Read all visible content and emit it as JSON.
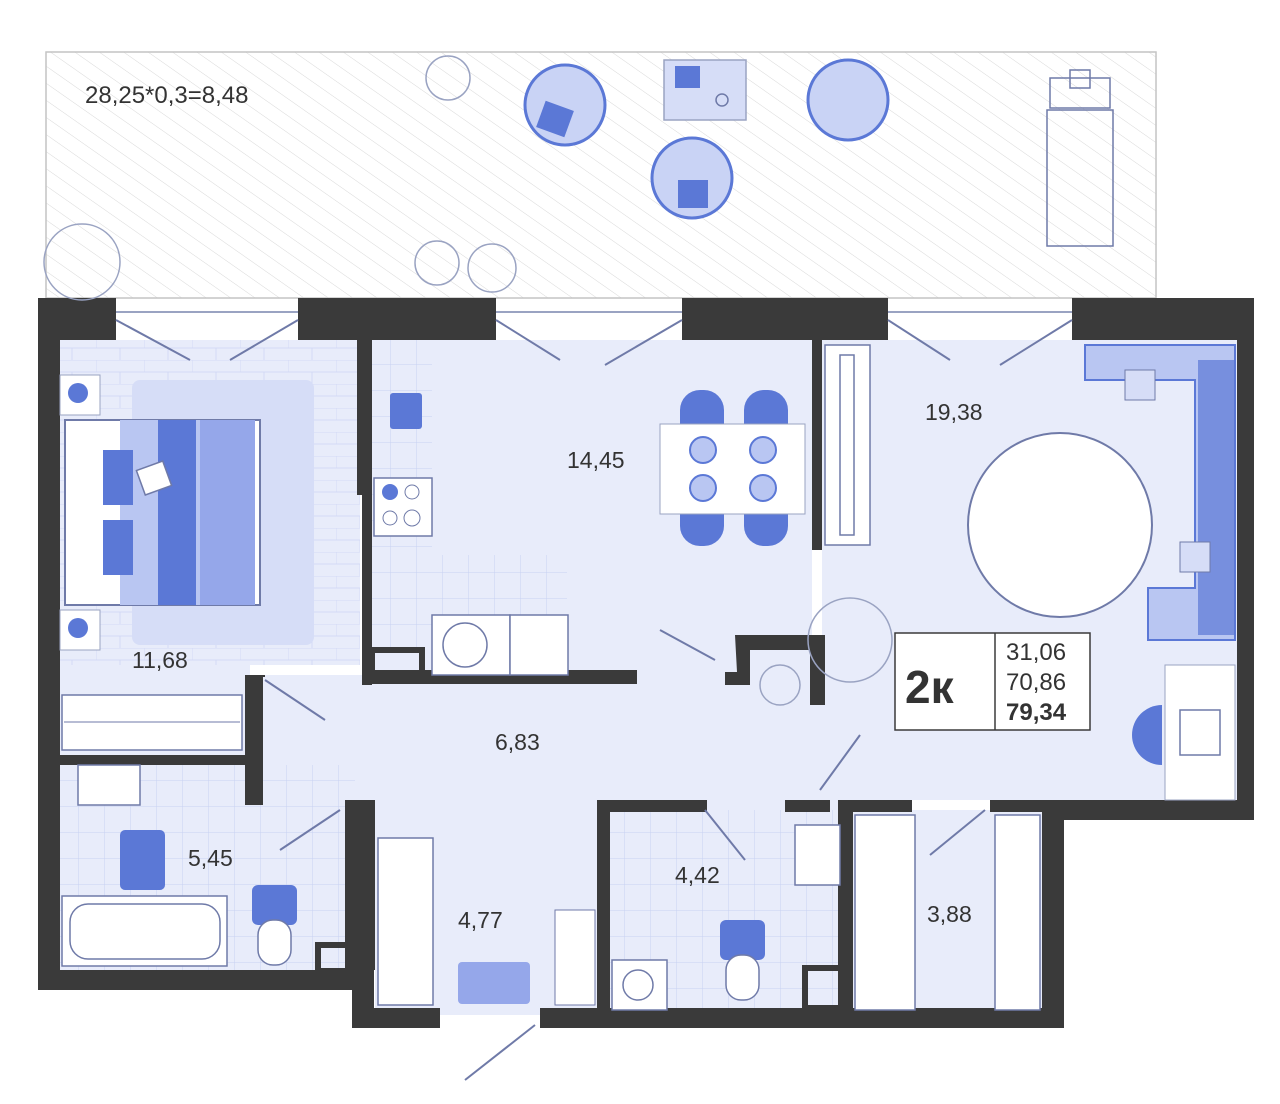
{
  "apartment": {
    "rooms_badge": "2к",
    "living_area": "31,06",
    "area_without_balcony": "70,86",
    "total_area": "79,34"
  },
  "terrace": {
    "formula": "28,25*0,3=8,48"
  },
  "rooms": {
    "bedroom": "11,68",
    "kitchen": "14,45",
    "living": "19,38",
    "hall": "6,83",
    "bathroom": "5,45",
    "entry": "4,77",
    "wc": "4,42",
    "wardrobe": "3,88"
  },
  "colors": {
    "wall": "#3a3a3a",
    "floor": "#e8ecfa",
    "tile": "#c8d2f2",
    "accent": "#5b78d6",
    "accent_light": "#aebff0",
    "outline": "#6f7aa8",
    "text": "#333333"
  },
  "icons": [
    "bed-icon",
    "sofa-icon",
    "dining-table-icon",
    "stove-icon",
    "sink-icon",
    "toilet-icon",
    "bathtub-icon",
    "washing-machine-icon",
    "plant-icon",
    "armchair-icon",
    "sunbed-icon",
    "desk-icon",
    "door-swing-icon"
  ]
}
